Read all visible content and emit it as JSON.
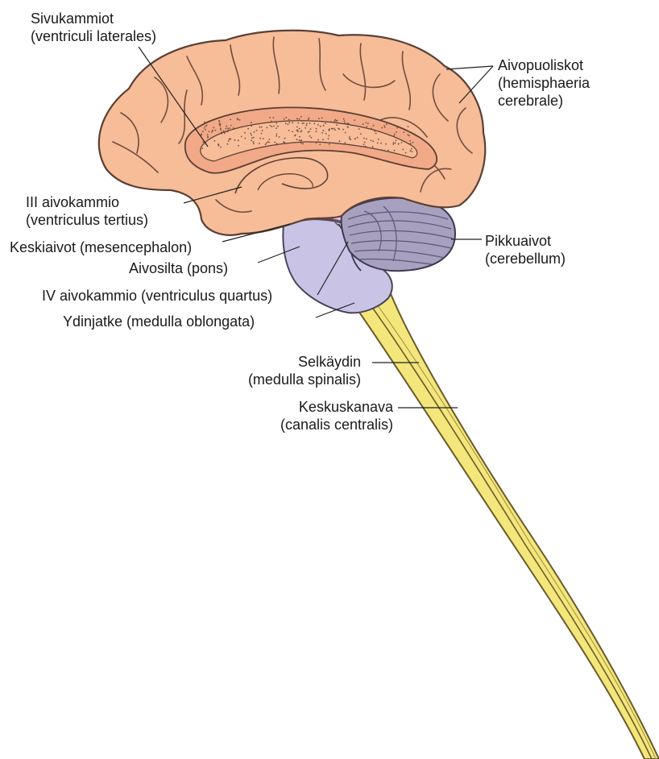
{
  "labels": {
    "lateral_ventricles": {
      "fi": "Sivukammiot",
      "la": "(ventriculi laterales)"
    },
    "hemispheres": {
      "fi": "Aivopuoliskot",
      "la1": "(hemisphaeria",
      "la2": "cerebrale)"
    },
    "third_ventricle": {
      "fi": "III aivokammio",
      "la": "(ventriculus tertius)"
    },
    "midbrain": "Keskiaivot (mesencephalon)",
    "pons": "Aivosilta (pons)",
    "fourth_ventricle": "IV aivokammio (ventriculus quartus)",
    "medulla": "Ydinjatke (medulla oblongata)",
    "cerebellum": {
      "fi": "Pikkuaivot",
      "la": "(cerebellum)"
    },
    "spinal_cord": {
      "fi": "Selkäydin",
      "la": "(medulla spinalis)"
    },
    "central_canal": {
      "fi": "Keskuskanava",
      "la": "(canalis centralis)"
    }
  },
  "colors": {
    "cerebrum": "#F7BC98",
    "cerebrum_outline": "#5a4035",
    "ventricle_dots": "#6d5045",
    "midbrain": "#EEC3DA",
    "brainstem": "#C9C3E6",
    "cerebellum": "#A7A1BF",
    "spinal_cord": "#F3E77C",
    "leader_line": "#222222"
  }
}
